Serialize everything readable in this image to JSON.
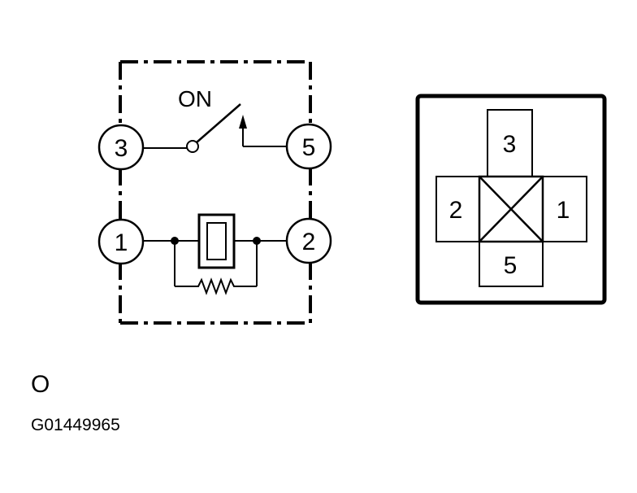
{
  "schematic": {
    "switch_label": "ON",
    "terminals": [
      "3",
      "5",
      "1",
      "2"
    ]
  },
  "connector": {
    "pins": [
      "3",
      "2",
      "1",
      "5"
    ]
  },
  "caption": {
    "letter": "O",
    "code": "G01449965"
  }
}
